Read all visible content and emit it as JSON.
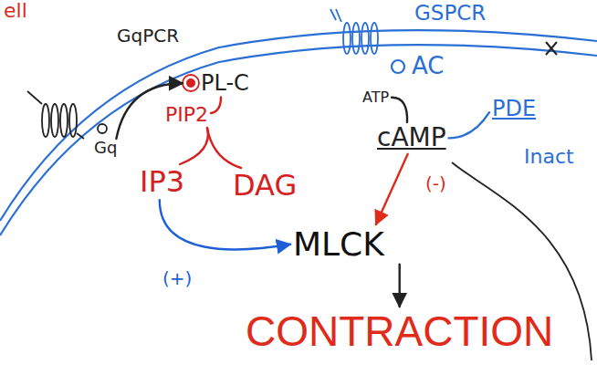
{
  "diagram": {
    "nodes": [
      {
        "text": [
          "Gq"
        ]
      },
      {
        "text": [
          "PL-C"
        ]
      },
      {
        "text": [
          "PIP2"
        ]
      },
      {
        "text": [
          "IP3"
        ]
      },
      {
        "text": [
          "DAG"
        ]
      },
      {
        "text": [
          "AC"
        ]
      },
      {
        "text": [
          "ATP"
        ]
      },
      {
        "text": [
          "cAMP"
        ]
      },
      {
        "text": [
          "PDE"
        ]
      },
      {
        "text": [
          "MLCK"
        ]
      },
      {
        "text": [
          "CONTRACTION"
        ]
      }
    ],
    "edges": [
      {
        "from": 0,
        "to": 1,
        "arrow": "to"
      },
      {
        "from": 1,
        "to": 2,
        "arrow": "none"
      },
      {
        "from": 2,
        "to": 3,
        "arrow": "none"
      },
      {
        "from": 2,
        "to": 4,
        "arrow": "none"
      },
      {
        "from": 6,
        "to": 7,
        "arrow": "none"
      },
      {
        "from": 8,
        "to": 7,
        "arrow": "none"
      },
      {
        "from": 3,
        "to": 9,
        "label": "(+)",
        "arrow": "to"
      },
      {
        "from": 7,
        "to": 9,
        "label": "(-)",
        "arrow": "to"
      },
      {
        "from": 9,
        "to": 10,
        "arrow": "to"
      }
    ],
    "labels": [
      "ell",
      "GqPCR",
      "GSPCR",
      "Inact"
    ]
  }
}
